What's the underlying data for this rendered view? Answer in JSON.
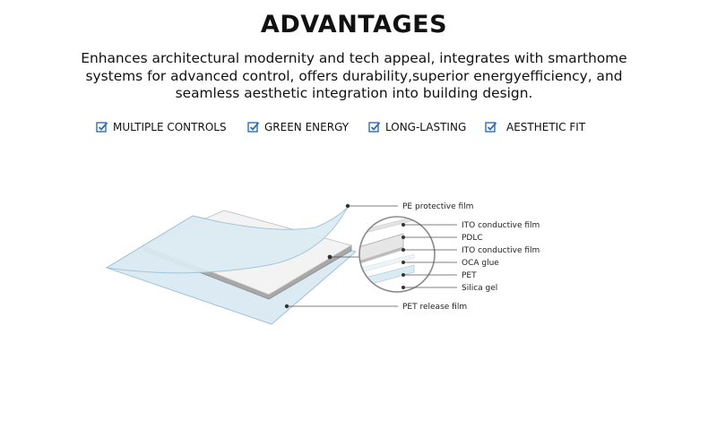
{
  "header": {
    "title": "ADVANTAGES",
    "description_lines": [
      "Enhances architectural modernity and tech appeal, integrates with smarthome",
      "systems for advanced control, offers durability,superior energyefficiency, and",
      "seamless aesthetic integration into building design."
    ]
  },
  "features": [
    {
      "label": "MULTIPLE CONTROLS",
      "icon": "checkbox-icon"
    },
    {
      "label": "GREEN ENERGY",
      "icon": "checkbox-icon"
    },
    {
      "label": "LONG-LASTING",
      "icon": "checkbox-icon"
    },
    {
      "label": "AESTHETIC FIT",
      "icon": "checkbox-icon"
    }
  ],
  "diagram": {
    "labels": {
      "pe_protective_film": "PE protective film",
      "pet_release_film": "PET release film",
      "ito_conductive_film_top": "ITO conductive film",
      "pdlc": "PDLC",
      "ito_conductive_film_bottom": "ITO conductive film",
      "oca_glue": "OCA glue",
      "pet": "PET",
      "silica_gel": "Silica gel"
    }
  },
  "colors": {
    "check_blue": "#2f6fb3",
    "film_blue": "#dcebf3",
    "film_stroke": "#9fc3d6",
    "core_gray": "#f2f2f2",
    "edge_gray": "#a8a8a8"
  }
}
